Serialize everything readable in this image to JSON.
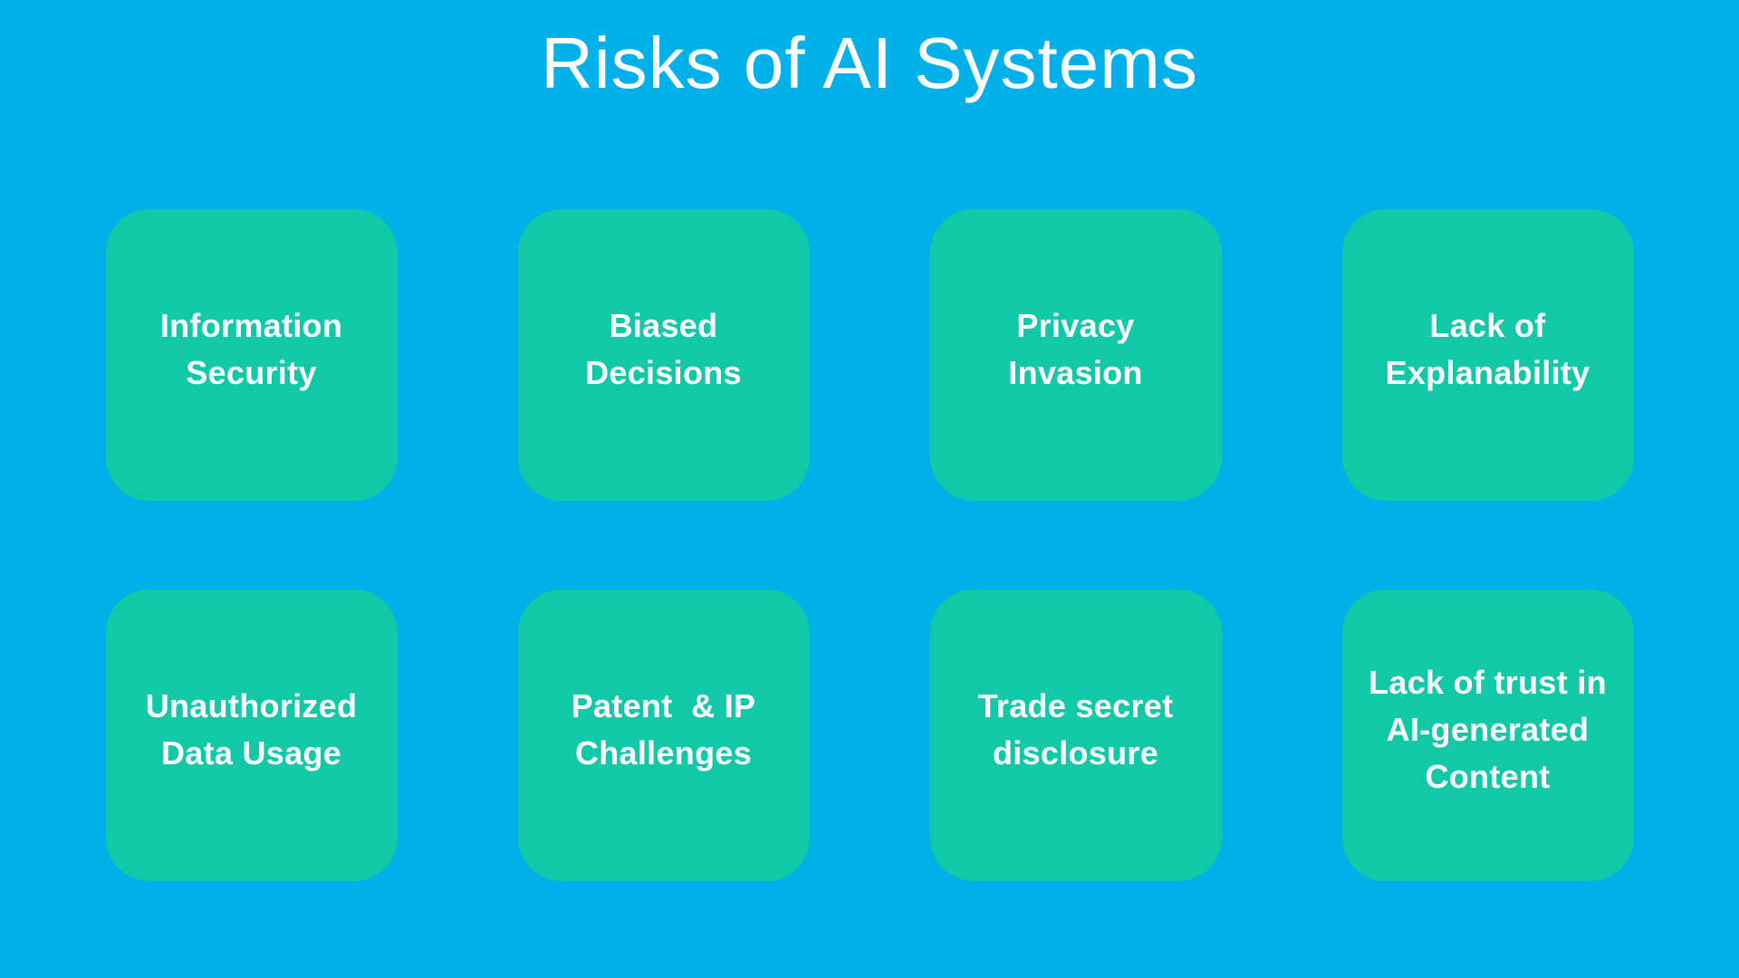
{
  "title": "Risks of AI Systems",
  "colors": {
    "background": "#00B1E9",
    "card": "#12C9A7",
    "text": "#FFFFFF"
  },
  "cards": [
    {
      "label": "Information\nSecurity"
    },
    {
      "label": "Biased\nDecisions"
    },
    {
      "label": "Privacy\nInvasion"
    },
    {
      "label": "Lack of\nExplanability"
    },
    {
      "label": "Unauthorized\nData Usage"
    },
    {
      "label": "Patent  & IP\nChallenges"
    },
    {
      "label": "Trade secret\ndisclosure"
    },
    {
      "label": "Lack of trust in\nAI-generated\nContent"
    }
  ]
}
